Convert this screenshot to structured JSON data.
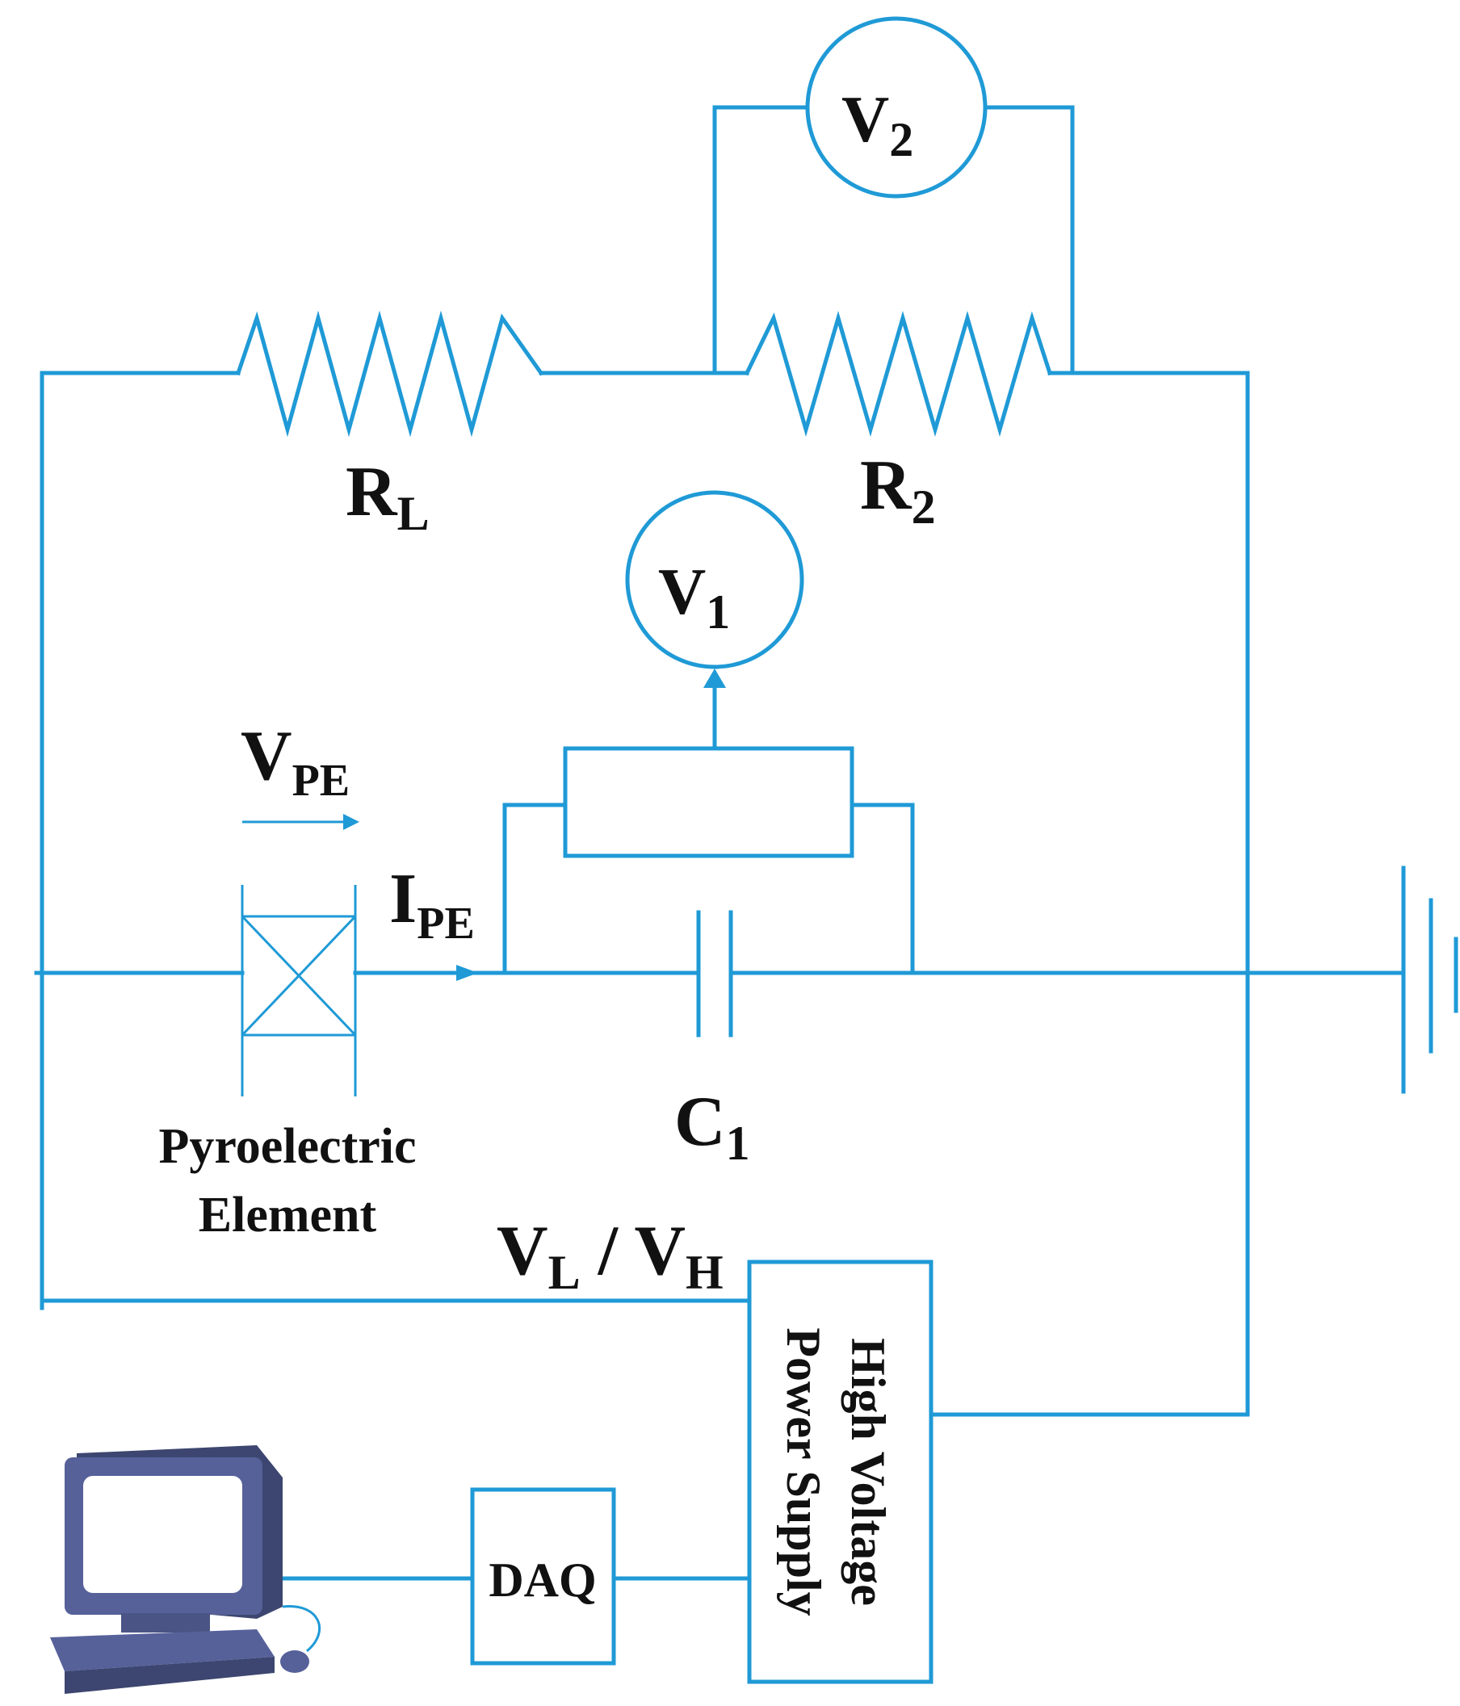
{
  "colors": {
    "wire": "#1f9ad6",
    "text": "#111111",
    "computer": "#4a5585"
  },
  "labels": {
    "v2": {
      "main": "V",
      "sub": "2"
    },
    "rl": {
      "main": "R",
      "sub": "L"
    },
    "r2": {
      "main": "R",
      "sub": "2"
    },
    "v1": {
      "main": "V",
      "sub": "1"
    },
    "vpe": {
      "main": "V",
      "sub": "PE"
    },
    "ipe": {
      "main": "I",
      "sub": "PE"
    },
    "c1": {
      "main": "C",
      "sub": "1"
    },
    "pyro_line1": "Pyroelectric",
    "pyro_line2": "Element",
    "vlvh": {
      "v1": "V",
      "s1": "L",
      "sep": " / ",
      "v2": "V",
      "s2": "H"
    },
    "hv_line1": "High Voltage",
    "hv_line2": "Power Supply",
    "daq": "DAQ"
  },
  "icons": [
    "computer-icon",
    "ground-icon",
    "resistor-icon",
    "capacitor-icon",
    "voltmeter-icon",
    "pyroelectric-element-icon"
  ]
}
